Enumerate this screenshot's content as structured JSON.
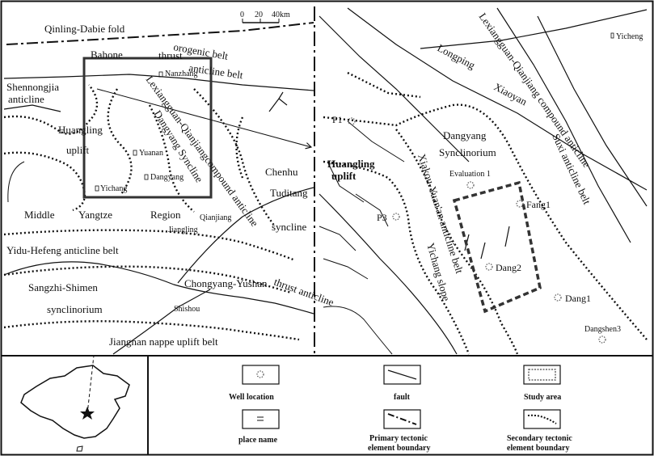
{
  "scale_bar": {
    "ticks": [
      "0",
      "20",
      "40km"
    ]
  },
  "left_panel": {
    "region_labels": {
      "qinling_dabie": "Qinling-Dabie fold",
      "orogenic_belt": "orogenic belt",
      "bahone": "Bahone",
      "thrust_top": "thrust",
      "anticline_belt_top": "anticline belt",
      "shennongjia": "Shennongjia",
      "anticline_left": "anticline",
      "huangling_l": "Huangling",
      "uplift_l": "uplift",
      "lexiangguan_l": "Lexiangguan-Qianjiangcompound anticline",
      "dangyang_syncline_l": "Dangyang Syncline",
      "chenhu": "Chenhu",
      "tuditang": "Tuditang",
      "syncline_mid": "syncline",
      "middle": "Middle",
      "yangtze": "Yangtze",
      "region": "Region",
      "yidu": "Yidu-Hefeng anticline belt",
      "sangzhi": "Sangzhi-Shimen",
      "synclinorium_l": "synclinorium",
      "chongyang": "Chongyang-Yushan",
      "thrust_anticline": "thrust anticline",
      "jiangnan": "Jiangnan nappe uplift belt"
    },
    "places": {
      "nanzhang": "Nanzhang",
      "yuanan": "Yuanan",
      "yichang": "Yichang",
      "dangyang": "Dangyang",
      "qianjiang": "Qianjiang",
      "jiangling": "Jiangling",
      "shishou": "Shishou"
    }
  },
  "right_panel": {
    "region_labels": {
      "longping": "Longping",
      "xiaoyan": "Xiaoyan",
      "lexiangguan_r": "Lexiangguan-Qianjiang compound anticline",
      "dangyang_r": "Dangyang",
      "synclinorium_r": "Synclinorium",
      "huangling_r": "Huangling",
      "uplift_r": "uplift",
      "suxi": "Suxi anticline belt",
      "xiakou": "Xiakou-Yuan'an anticline belt",
      "yichang_slope": "Yichang slope"
    },
    "places": {
      "yicheng": "Yicheng"
    },
    "wells": {
      "p1": "P1",
      "p3": "P3",
      "evaluation": "Evaluation 1",
      "fang1": "Fang1",
      "dang2": "Dang2",
      "dang1": "Dang1",
      "dangshen3": "Dangshen3"
    }
  },
  "legend": {
    "well_location": "Well location",
    "fault": "fault",
    "study_area": "Study area",
    "place_name": "place name",
    "primary_line1": "Primary tectonic",
    "primary_line2": "element boundary",
    "secondary_line1": "Secondary tectonic",
    "secondary_line2": "element boundary"
  }
}
